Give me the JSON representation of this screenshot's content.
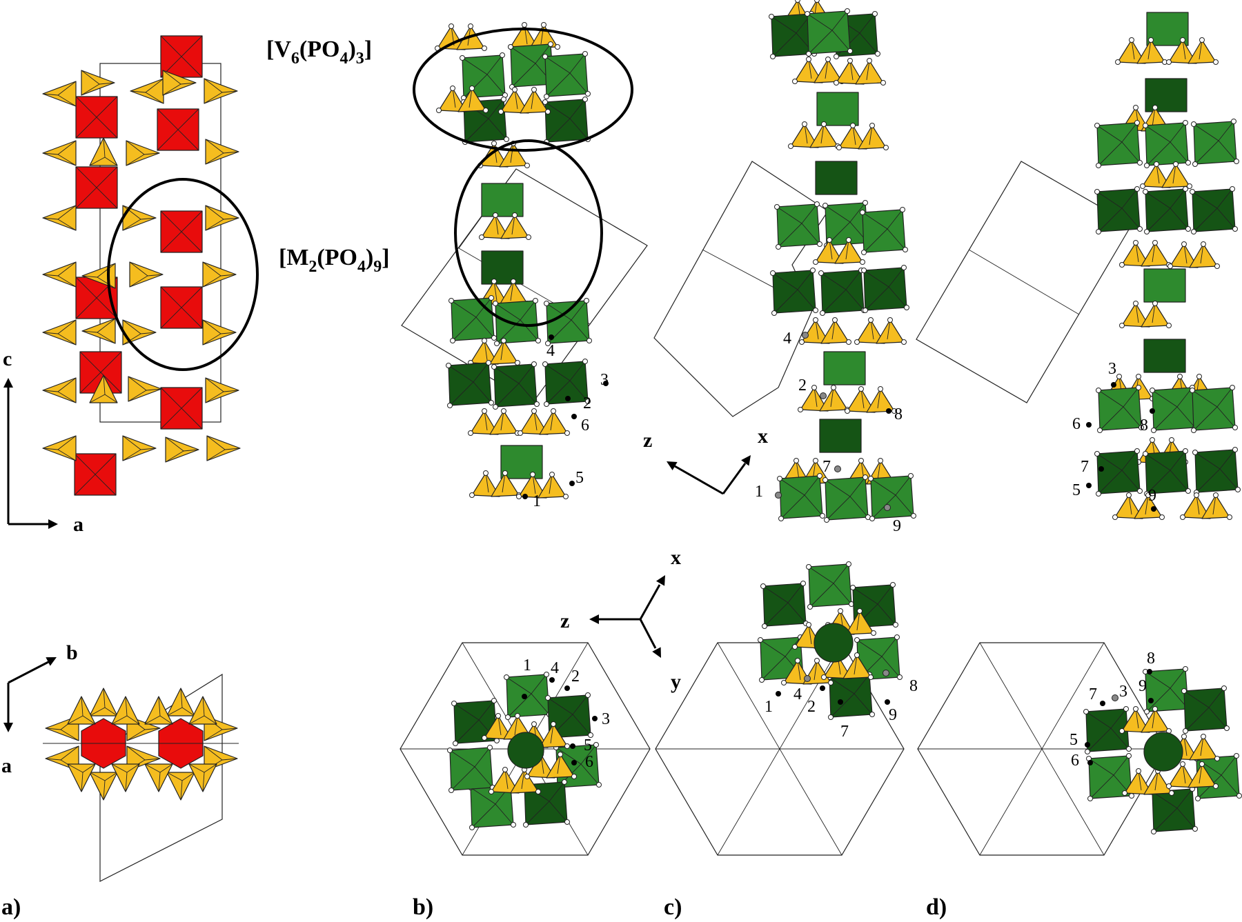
{
  "colors": {
    "tetra": "#f5bd1f",
    "red_octa": "#e80c0c",
    "green_light": "#2e8a2e",
    "green_dark": "#155415",
    "atom_black": "#000000",
    "atom_grey": "#888888"
  },
  "panels": {
    "a": "a)",
    "b": "b)",
    "c": "c)",
    "d": "d)"
  },
  "formulas": {
    "v6": {
      "open": "[V",
      "sub1": "6",
      "mid": "(PO",
      "sub2": "4",
      "close": ")",
      "sub3": "3",
      "end": "]"
    },
    "m2": {
      "open": "[M",
      "sub1": "2",
      "mid": "(PO",
      "sub2": "4",
      "close": ")",
      "sub3": "9",
      "end": "]"
    }
  },
  "axes": {
    "a_top": {
      "up": "c",
      "right": "a"
    },
    "a_bottom": {
      "up": "b",
      "down": "a"
    },
    "b_side": {
      "left": "z",
      "right": "x"
    },
    "b_end": {
      "up": "x",
      "left": "z",
      "down": "y"
    }
  },
  "labels": {
    "b_side": [
      "1",
      "2",
      "3",
      "4",
      "5",
      "6"
    ],
    "c_side": [
      "1",
      "2",
      "4",
      "7",
      "8",
      "9"
    ],
    "d_side": [
      "3",
      "5",
      "6",
      "7",
      "8",
      "9"
    ],
    "b_end": [
      "1",
      "2",
      "3",
      "4",
      "5",
      "6"
    ],
    "c_end": [
      "1",
      "2",
      "4",
      "7",
      "8",
      "9"
    ],
    "d_end": [
      "3",
      "5",
      "6",
      "7",
      "8",
      "9"
    ]
  }
}
